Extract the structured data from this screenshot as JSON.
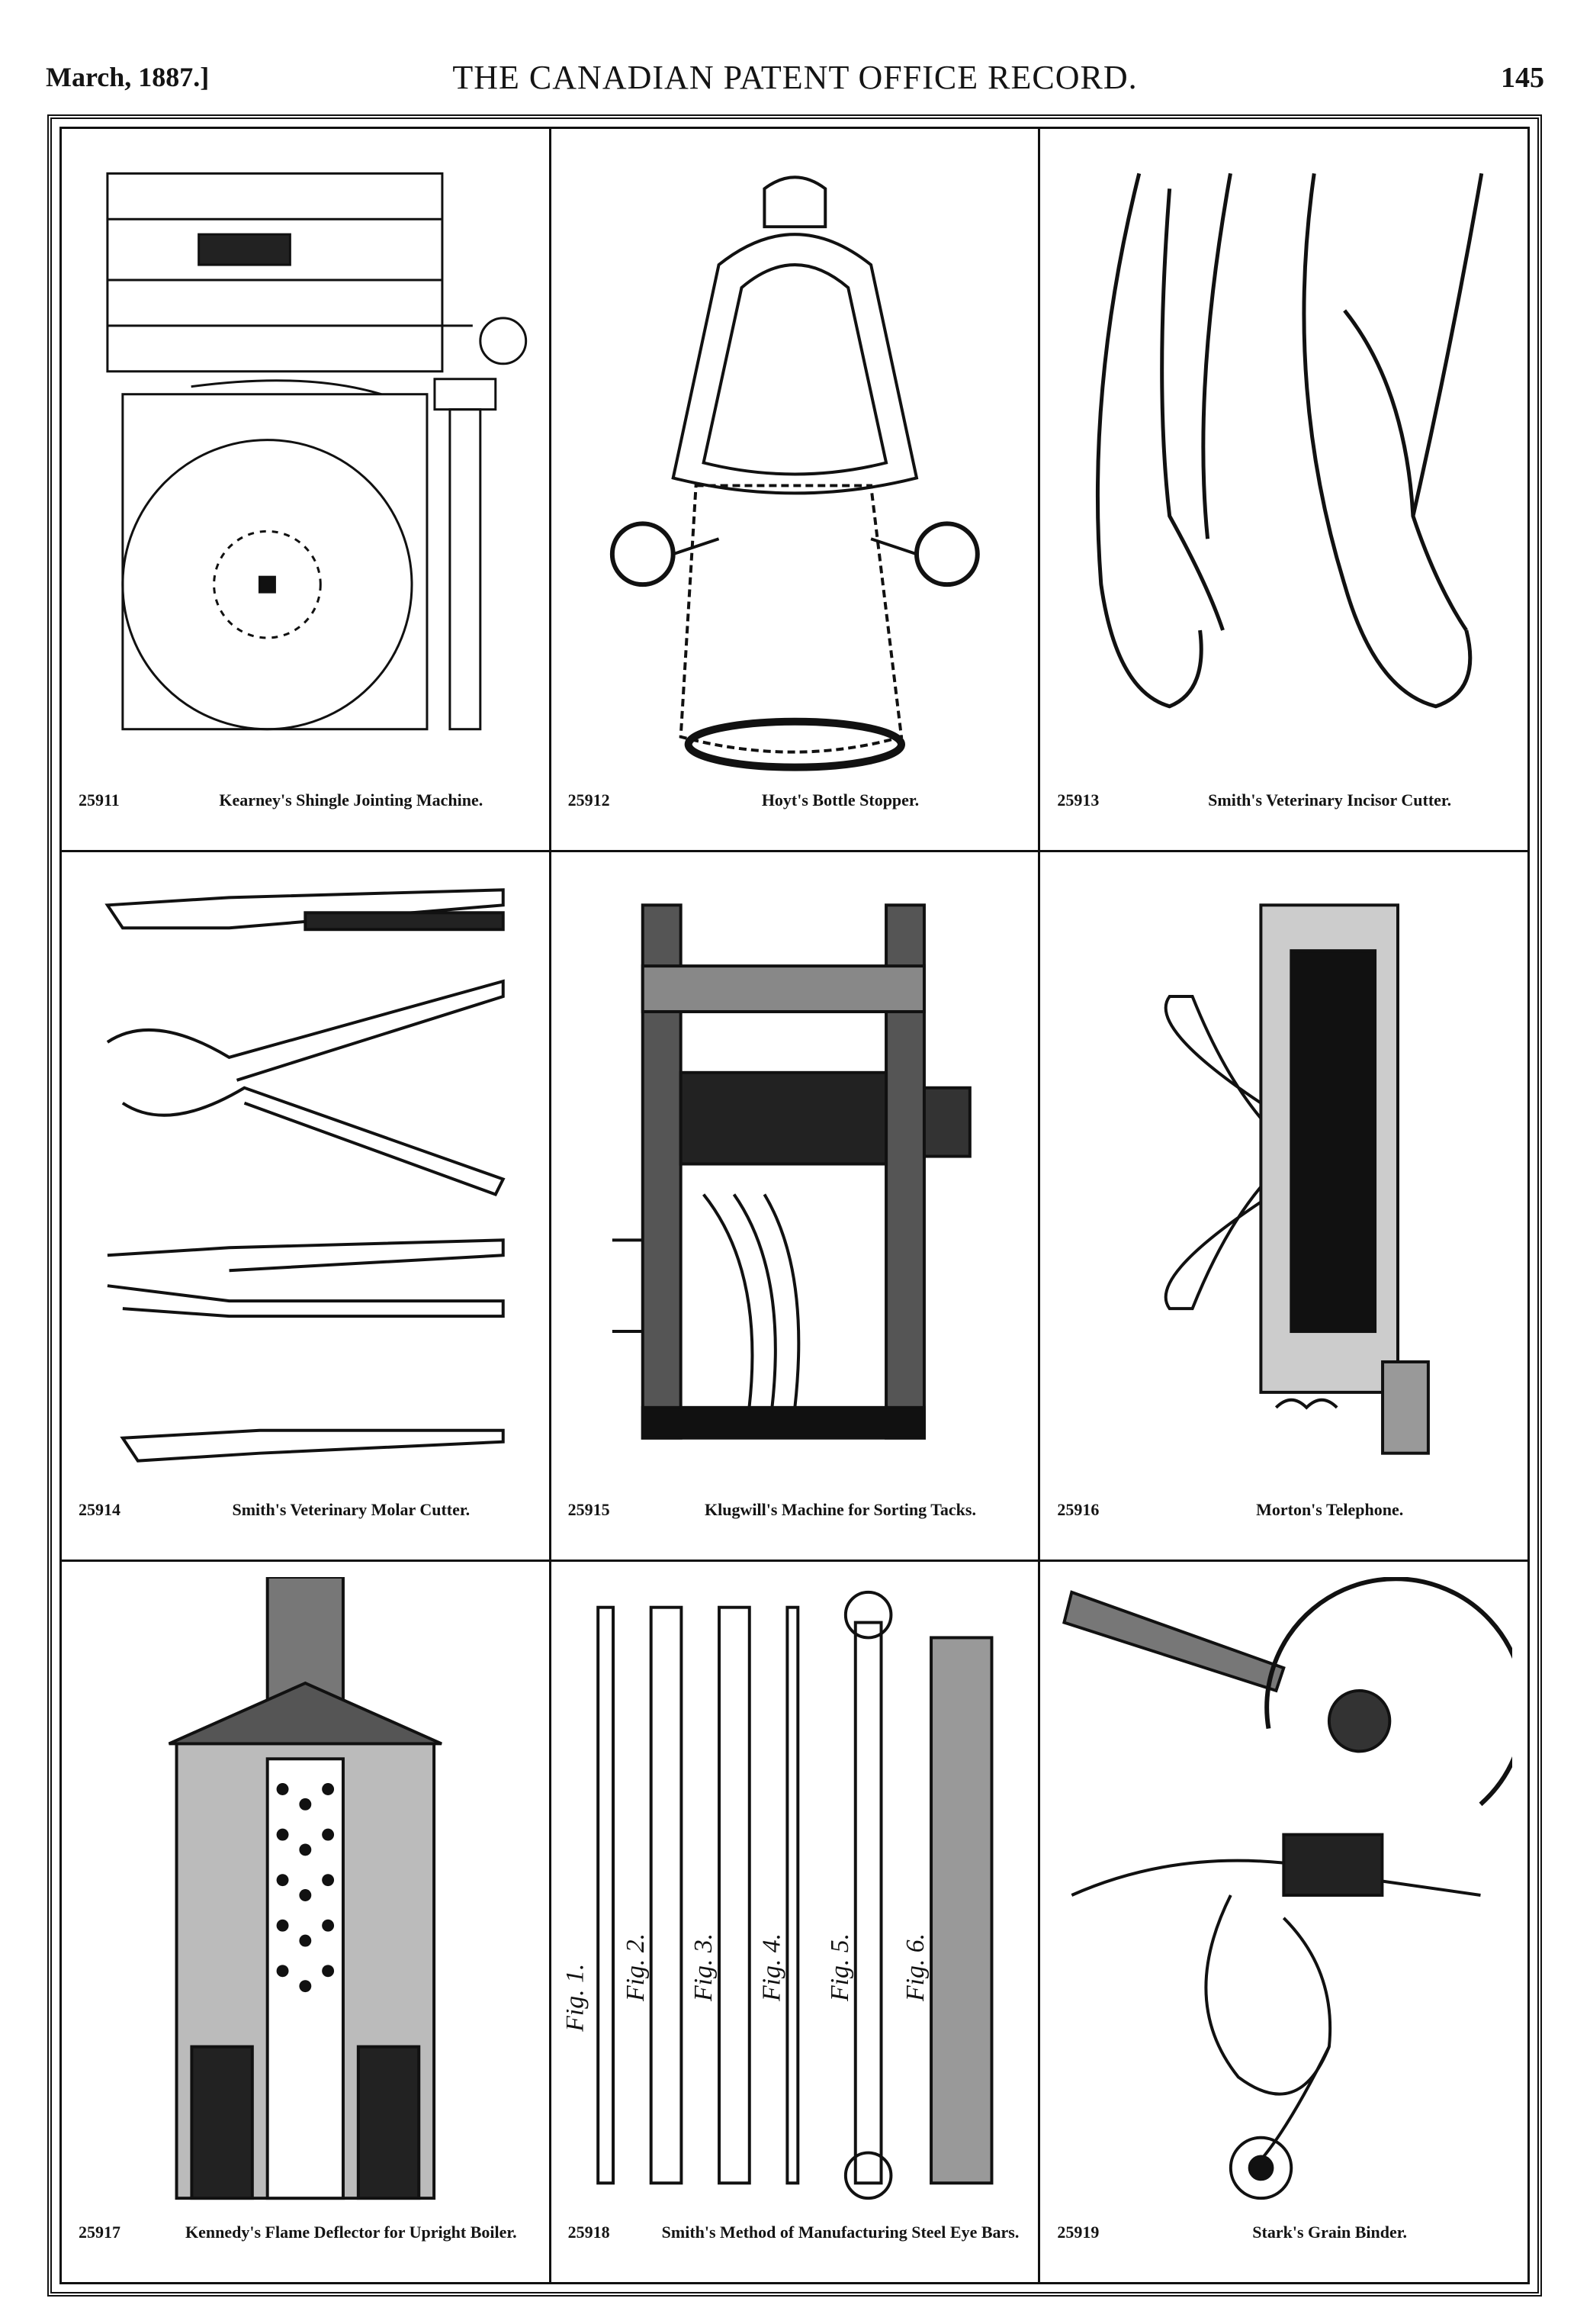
{
  "header": {
    "date": "March, 1887.]",
    "title": "THE CANADIAN PATENT OFFICE RECORD.",
    "page_number": "145"
  },
  "patents": [
    {
      "number": "25911",
      "title": "Kearney's Shingle Jointing Machine."
    },
    {
      "number": "25912",
      "title": "Hoyt's Bottle Stopper."
    },
    {
      "number": "25913",
      "title": "Smith's Veterinary Incisor Cutter."
    },
    {
      "number": "25914",
      "title": "Smith's Veterinary Molar Cutter."
    },
    {
      "number": "25915",
      "title": "Klugwill's Machine for Sorting Tacks."
    },
    {
      "number": "25916",
      "title": "Morton's Telephone."
    },
    {
      "number": "25917",
      "title": "Kennedy's Flame Deflector for Upright Boiler."
    },
    {
      "number": "25918",
      "title": "Smith's Method of Manufacturing Steel Eye Bars."
    },
    {
      "number": "25919",
      "title": "Stark's Grain Binder."
    }
  ],
  "figure_labels": {
    "fig1": "Fig. 1.",
    "fig2": "Fig. 2.",
    "fig3": "Fig. 3.",
    "fig4": "Fig. 4.",
    "fig5": "Fig. 5.",
    "fig6": "Fig. 6."
  }
}
